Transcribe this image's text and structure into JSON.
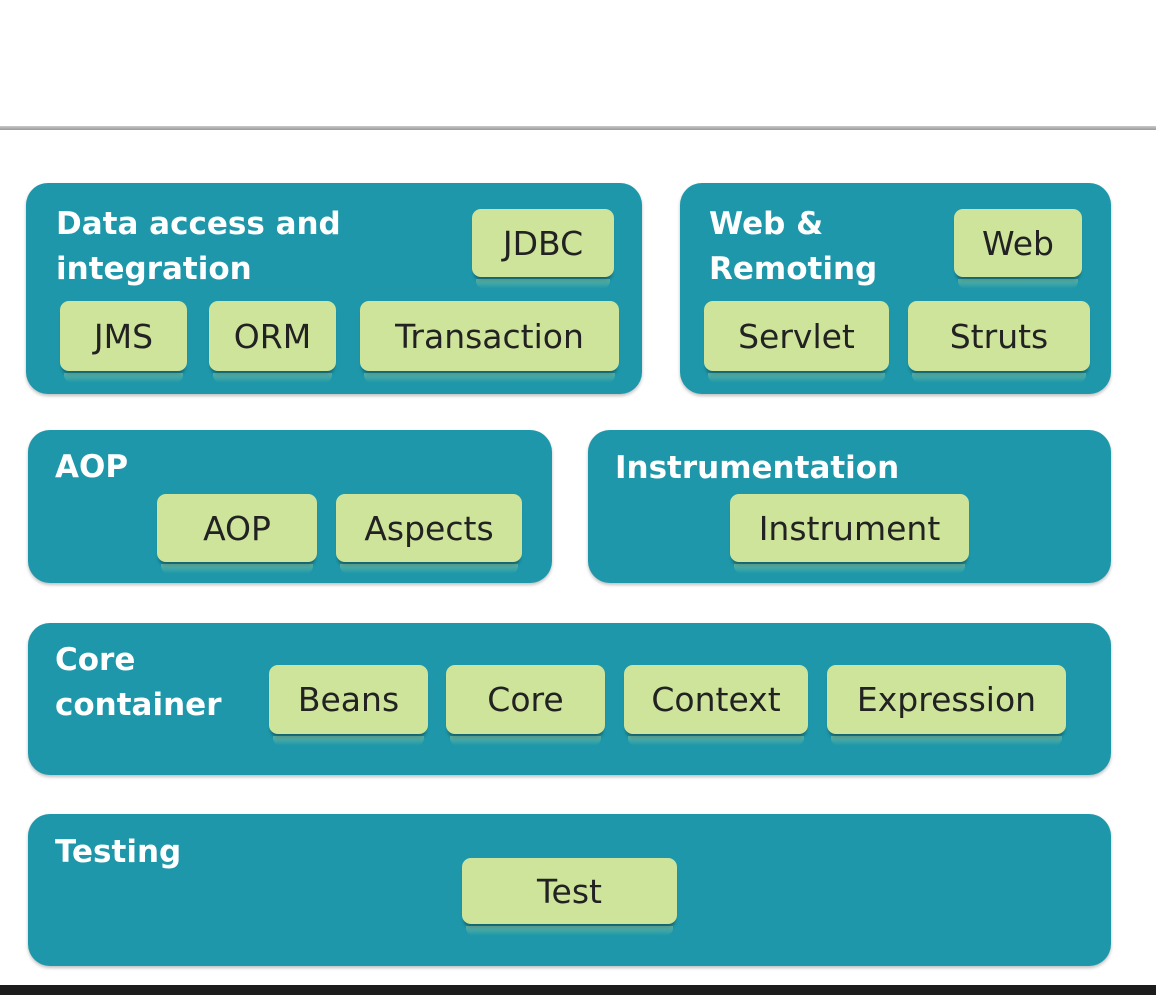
{
  "groups": {
    "data_access": {
      "title": "Data access and\nintegration",
      "modules": [
        "JDBC",
        "JMS",
        "ORM",
        "Transaction"
      ]
    },
    "web": {
      "title": "Web &\nRemoting",
      "modules": [
        "Web",
        "Servlet",
        "Struts"
      ]
    },
    "aop": {
      "title": "AOP",
      "modules": [
        "AOP",
        "Aspects"
      ]
    },
    "instrumentation": {
      "title": "Instrumentation",
      "modules": [
        "Instrument"
      ]
    },
    "core": {
      "title": "Core\ncontainer",
      "modules": [
        "Beans",
        "Core",
        "Context",
        "Expression"
      ]
    },
    "testing": {
      "title": "Testing",
      "modules": [
        "Test"
      ]
    }
  },
  "colors": {
    "group_fill": "#1d97a9",
    "module_fill": "#cfe49b",
    "title_text": "#ffffff",
    "module_text": "#222222"
  }
}
